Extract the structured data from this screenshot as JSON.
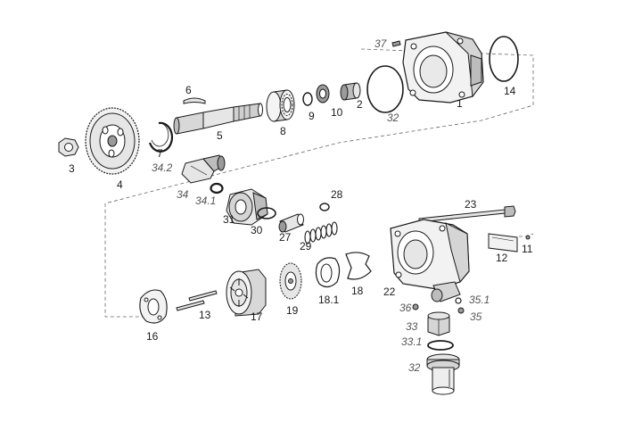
{
  "labels": {
    "l1": "1",
    "l2": "2",
    "l3": "3",
    "l4": "4",
    "l5": "5",
    "l6": "6",
    "l7": "7",
    "l8": "8",
    "l9": "9",
    "l10": "10",
    "l11": "11",
    "l12": "12",
    "l13": "13",
    "l14": "14",
    "l16": "16",
    "l17": "17",
    "l18": "18",
    "l18_1": "18.1",
    "l19": "19",
    "l22": "22",
    "l23": "23",
    "l27": "27",
    "l28": "28",
    "l29": "29",
    "l30": "30",
    "l31": "31",
    "l32a": "32",
    "l32b": "32",
    "l33": "33",
    "l33_1": "33.1",
    "l34": "34",
    "l34_1": "34.1",
    "l34_2": "34.2",
    "l35": "35",
    "l35_1": "35.1",
    "l36": "36",
    "l37": "37"
  },
  "colors": {
    "ink": "#1a1a1a",
    "shade": "#9a9a9a",
    "light": "#e6e6e6",
    "label_italic": "#555555"
  }
}
